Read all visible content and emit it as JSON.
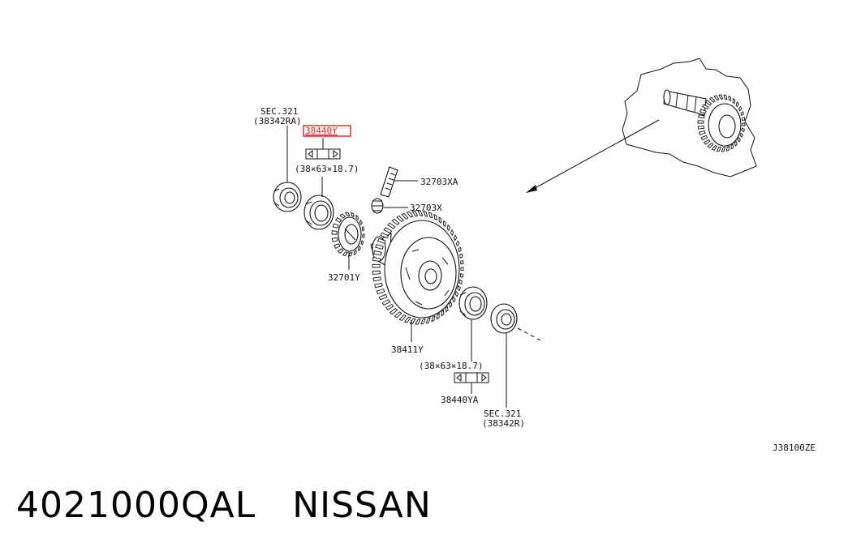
{
  "labels": {
    "sec_top": "SEC.321",
    "sec_top_ref": "(38342RA)",
    "highlight_part": "38440Y",
    "bearing_top": "(38×63×18.7)",
    "part_32703XA": "32703XA",
    "part_32703X": "32703X",
    "part_32701Y": "32701Y",
    "part_38411Y": "38411Y",
    "bearing_bottom": "(38×63×18.7)",
    "part_38440YA": "38440YA",
    "sec_bottom": "SEC.321",
    "sec_bottom_ref": "(38342R)",
    "diagram_code": "J38100ZE"
  },
  "caption": {
    "part_number": "4021000QAL",
    "brand": "NISSAN"
  },
  "colors": {
    "highlight": "#e0201e",
    "line": "#111111",
    "background": "#ffffff"
  }
}
